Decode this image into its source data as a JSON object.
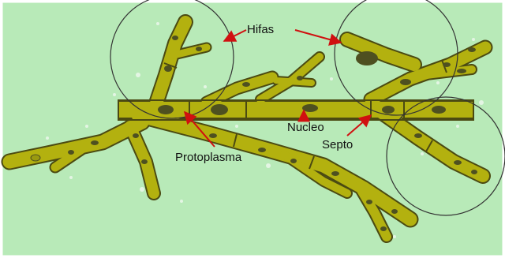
{
  "labels": {
    "hyphae": "Hifas",
    "protoplasm": "Protoplasma",
    "nucleus": "Nucleo",
    "septum": "Septo"
  },
  "colors": {
    "background": "#b8eab8",
    "hypha_fill": "#b3b10f",
    "hypha_stroke": "#4b4a12",
    "nucleus_fill": "#4e5020",
    "arrow": "#d01010",
    "circle": "#333333",
    "speckle": "#e8f6e8"
  }
}
